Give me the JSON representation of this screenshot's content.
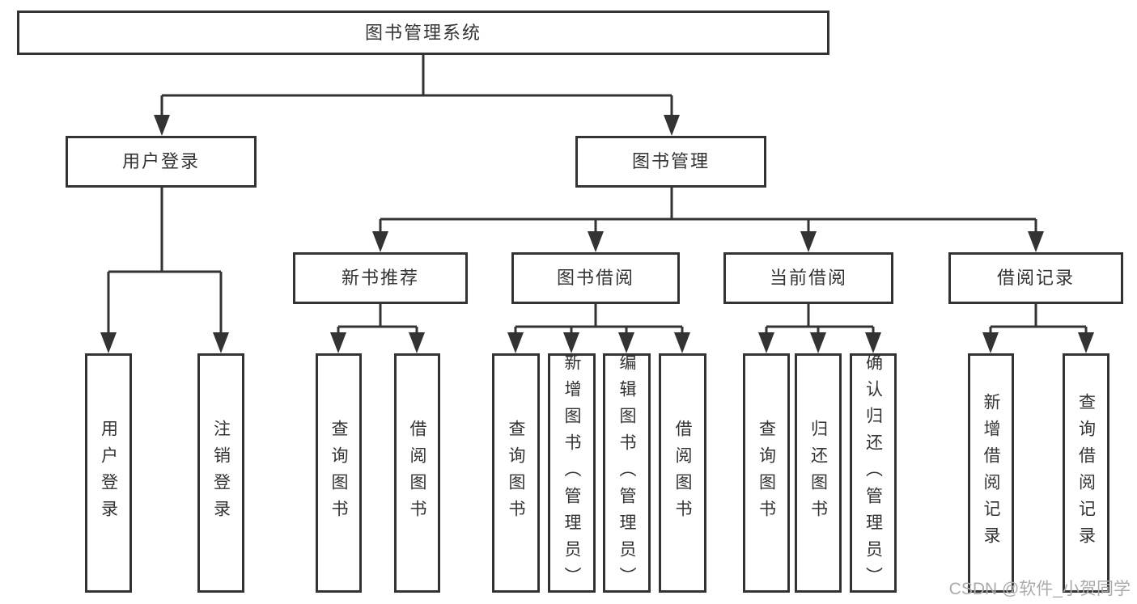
{
  "tree": {
    "label": "图书管理系统",
    "children": [
      {
        "label": "用户登录",
        "children": [
          {
            "label": "用户登录"
          },
          {
            "label": "注销登录"
          }
        ]
      },
      {
        "label": "图书管理",
        "children": [
          {
            "label": "新书推荐",
            "children": [
              {
                "label": "查询图书"
              },
              {
                "label": "借阅图书"
              }
            ]
          },
          {
            "label": "图书借阅",
            "children": [
              {
                "label": "查询图书"
              },
              {
                "label": "新增图书（管理员）"
              },
              {
                "label": "编辑图书（管理员）"
              },
              {
                "label": "借阅图书"
              }
            ]
          },
          {
            "label": "当前借阅",
            "children": [
              {
                "label": "查询图书"
              },
              {
                "label": "归还图书"
              },
              {
                "label": "确认归还（管理员）"
              }
            ]
          },
          {
            "label": "借阅记录",
            "children": [
              {
                "label": "新增借阅记录"
              },
              {
                "label": "查询借阅记录"
              }
            ]
          }
        ]
      }
    ]
  },
  "watermark": {
    "text": "CSDN @软件_小贺同学"
  },
  "colors": {
    "line": "#333333",
    "node_border": "#333333",
    "text": "#333333",
    "watermark": "#ababab",
    "background": "#ffffff"
  }
}
